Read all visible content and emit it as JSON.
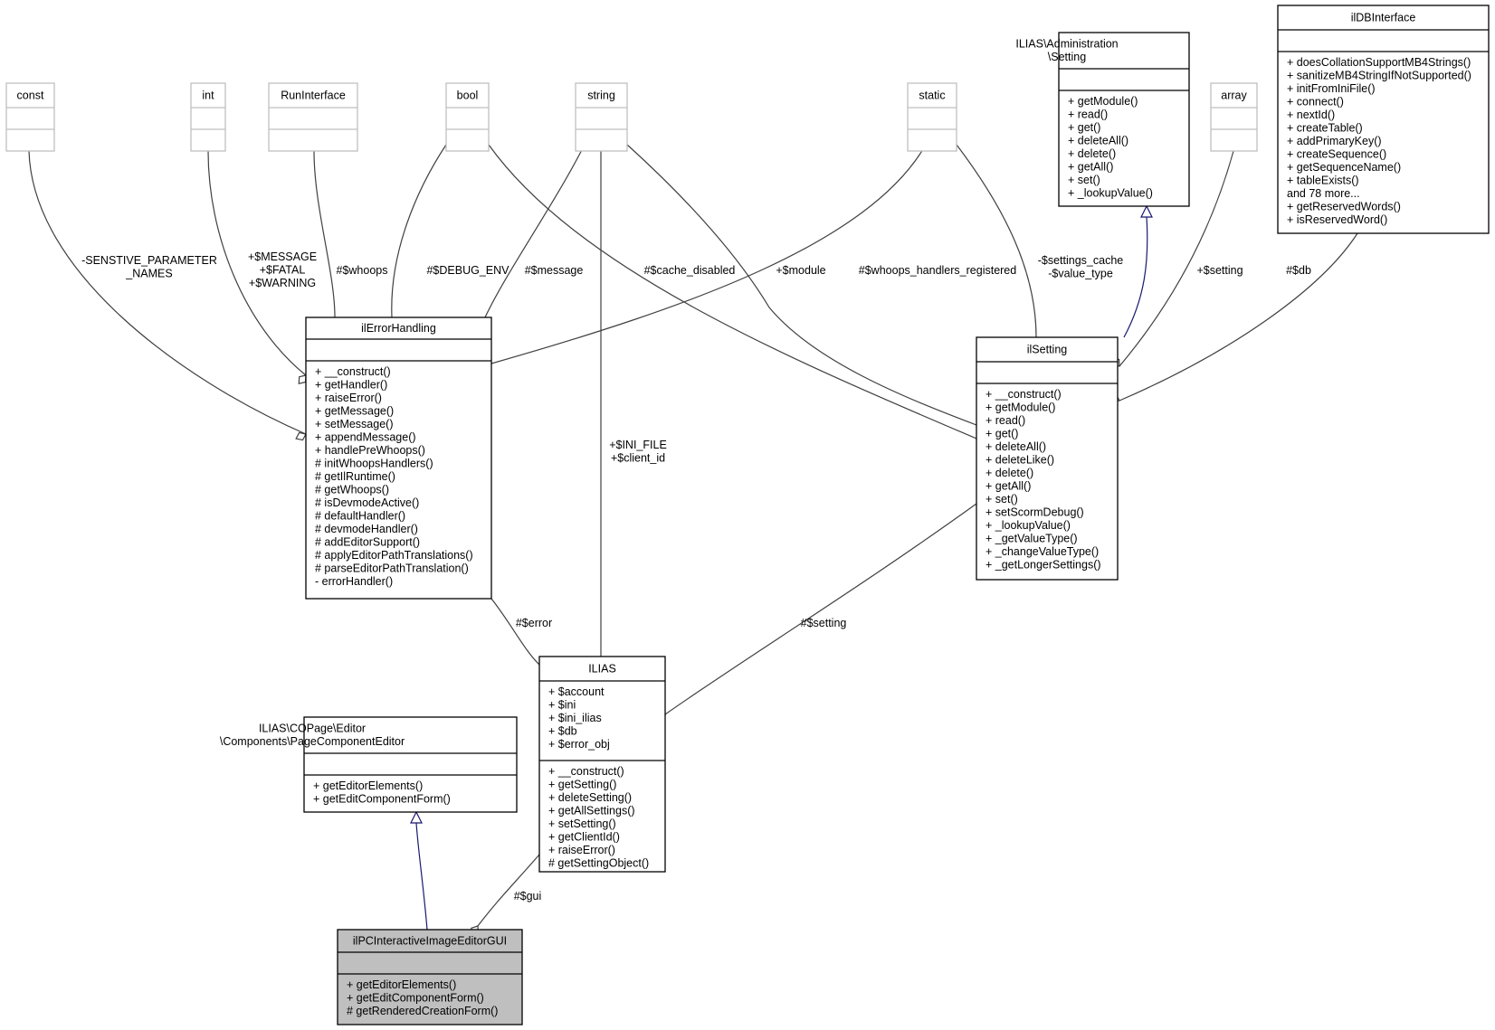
{
  "classes": [
    {
      "id": "const",
      "title": [
        "const"
      ],
      "attributes": [],
      "methods": [],
      "external": true
    },
    {
      "id": "int",
      "title": [
        "int"
      ],
      "attributes": [],
      "methods": [],
      "external": true
    },
    {
      "id": "runinterface",
      "title": [
        "RunInterface"
      ],
      "attributes": [],
      "methods": [],
      "external": true
    },
    {
      "id": "bool",
      "title": [
        "bool"
      ],
      "attributes": [],
      "methods": [],
      "external": true
    },
    {
      "id": "string",
      "title": [
        "string"
      ],
      "attributes": [],
      "methods": [],
      "external": true
    },
    {
      "id": "static",
      "title": [
        "static"
      ],
      "attributes": [],
      "methods": [],
      "external": true
    },
    {
      "id": "array",
      "title": [
        "array"
      ],
      "attributes": [],
      "methods": [],
      "external": true
    },
    {
      "id": "admin-setting",
      "title": [
        "ILIAS\\Administration",
        "\\Setting"
      ],
      "attributes": [],
      "methods": [
        "+ getModule()",
        "+ read()",
        "+ get()",
        "+ deleteAll()",
        "+ delete()",
        "+ getAll()",
        "+ set()",
        "+ _lookupValue()"
      ]
    },
    {
      "id": "ildbinterface",
      "title": [
        "ilDBInterface"
      ],
      "attributes": [],
      "methods": [
        "+ doesCollationSupportMB4Strings()",
        "+ sanitizeMB4StringIfNotSupported()",
        "+ initFromIniFile()",
        "+ connect()",
        "+ nextId()",
        "+ createTable()",
        "+ addPrimaryKey()",
        "+ createSequence()",
        "+ getSequenceName()",
        "+ tableExists()",
        "and 78 more...",
        "+ getReservedWords()",
        "+ isReservedWord()"
      ]
    },
    {
      "id": "ilerrorhandling",
      "title": [
        "ilErrorHandling"
      ],
      "attributes": [],
      "methods": [
        "+ __construct()",
        "+ getHandler()",
        "+ raiseError()",
        "+ getMessage()",
        "+ setMessage()",
        "+ appendMessage()",
        "+ handlePreWhoops()",
        "# initWhoopsHandlers()",
        "# getIlRuntime()",
        "# getWhoops()",
        "# isDevmodeActive()",
        "# defaultHandler()",
        "# devmodeHandler()",
        "# addEditorSupport()",
        "# applyEditorPathTranslations()",
        "# parseEditorPathTranslation()",
        "- errorHandler()"
      ]
    },
    {
      "id": "ilsetting",
      "title": [
        "ilSetting"
      ],
      "attributes": [],
      "methods": [
        "+ __construct()",
        "+ getModule()",
        "+ read()",
        "+ get()",
        "+ deleteAll()",
        "+ deleteLike()",
        "+ delete()",
        "+ getAll()",
        "+ set()",
        "+ setScormDebug()",
        "+ _lookupValue()",
        "+ _getValueType()",
        "+ _changeValueType()",
        "+ _getLongerSettings()"
      ]
    },
    {
      "id": "ilias",
      "title": [
        "ILIAS"
      ],
      "attributes": [
        "+ $account",
        "+ $ini",
        "+ $ini_ilias",
        "+ $db",
        "+ $error_obj"
      ],
      "methods": [
        "+ __construct()",
        "+ getSetting()",
        "+ deleteSetting()",
        "+ getAllSettings()",
        "+ setSetting()",
        "+ getClientId()",
        "+ raiseError()",
        "# getSettingObject()"
      ]
    },
    {
      "id": "pagecomponenteditor",
      "title": [
        "ILIAS\\COPage\\Editor",
        "\\Components\\PageComponentEditor"
      ],
      "attributes": [],
      "methods": [
        "+ getEditorElements()",
        "+ getEditComponentForm()"
      ]
    },
    {
      "id": "ilpcinteractiveimageeditorgui",
      "title": [
        "ilPCInteractiveImageEditorGUI"
      ],
      "attributes": [],
      "focus": true,
      "methods": [
        "+ getEditorElements()",
        "+ getEditComponentForm()",
        "# getRenderedCreationForm()"
      ]
    }
  ],
  "relations": [
    {
      "from": "const",
      "to": "ilerrorhandling",
      "kind": "association",
      "label": [
        "-SENSTIVE_PARAMETER",
        "_NAMES"
      ]
    },
    {
      "from": "int",
      "to": "ilerrorhandling",
      "kind": "association",
      "label": [
        "+$MESSAGE",
        "+$FATAL",
        "+$WARNING"
      ]
    },
    {
      "from": "runinterface",
      "to": "ilerrorhandling",
      "kind": "association",
      "label": [
        "#$whoops"
      ]
    },
    {
      "from": "bool",
      "to": "ilerrorhandling",
      "kind": "association",
      "label": [
        "#$DEBUG_ENV"
      ]
    },
    {
      "from": "string",
      "to": "ilerrorhandling",
      "kind": "association",
      "label": [
        "#$message"
      ]
    },
    {
      "from": "static",
      "to": "ilerrorhandling",
      "kind": "association",
      "label": [
        "#$whoops_handlers_registered"
      ]
    },
    {
      "from": "bool",
      "to": "ilsetting",
      "kind": "association",
      "label": [
        "#$cache_disabled"
      ]
    },
    {
      "from": "string",
      "to": "ilsetting",
      "kind": "association",
      "label": [
        "+$module"
      ]
    },
    {
      "from": "static",
      "to": "ilsetting",
      "kind": "association",
      "label": [
        "-$settings_cache",
        "-$value_type"
      ]
    },
    {
      "from": "ilsetting",
      "to": "admin-setting",
      "kind": "inheritance",
      "label": []
    },
    {
      "from": "array",
      "to": "ilsetting",
      "kind": "association",
      "label": [
        "+$setting"
      ]
    },
    {
      "from": "ildbinterface",
      "to": "ilsetting",
      "kind": "association",
      "label": [
        "#$db"
      ]
    },
    {
      "from": "string",
      "to": "ilias",
      "kind": "association",
      "label": [
        "+$INI_FILE",
        "+$client_id"
      ]
    },
    {
      "from": "ilerrorhandling",
      "to": "ilias",
      "kind": "association",
      "label": [
        "#$error"
      ]
    },
    {
      "from": "ilsetting",
      "to": "ilias",
      "kind": "association",
      "label": [
        "#$setting"
      ]
    },
    {
      "from": "ilias",
      "to": "ilpcinteractiveimageeditorgui",
      "kind": "association",
      "label": [
        "#$gui"
      ]
    },
    {
      "from": "ilpcinteractiveimageeditorgui",
      "to": "pagecomponenteditor",
      "kind": "inheritance",
      "label": []
    }
  ]
}
